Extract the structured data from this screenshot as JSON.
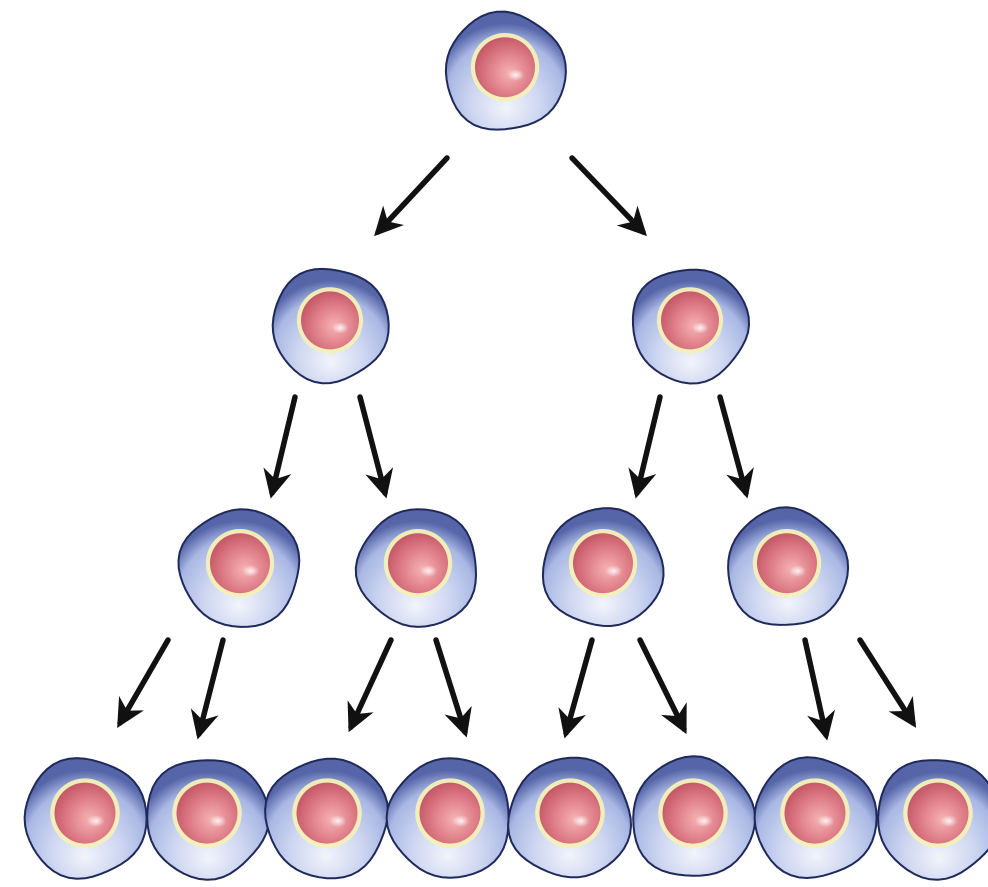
{
  "diagram": {
    "type": "cell-division-tree",
    "generations": [
      {
        "level": 0,
        "cell_count": 1
      },
      {
        "level": 1,
        "cell_count": 2
      },
      {
        "level": 2,
        "cell_count": 4
      },
      {
        "level": 3,
        "cell_count": 8
      }
    ],
    "arrow_count": 14,
    "colors": {
      "cytoplasm_light": "#f2f4fb",
      "cytoplasm_mid": "#a9b8e4",
      "cytoplasm_dark": "#5565a8",
      "membrane_outline": "#1f2a5a",
      "nucleus_rim": "#f4f0b8",
      "nucleus_light": "#f6b3b3",
      "nucleus_dark": "#c75a68",
      "arrow": "#111111",
      "background": "#ffffff"
    }
  }
}
